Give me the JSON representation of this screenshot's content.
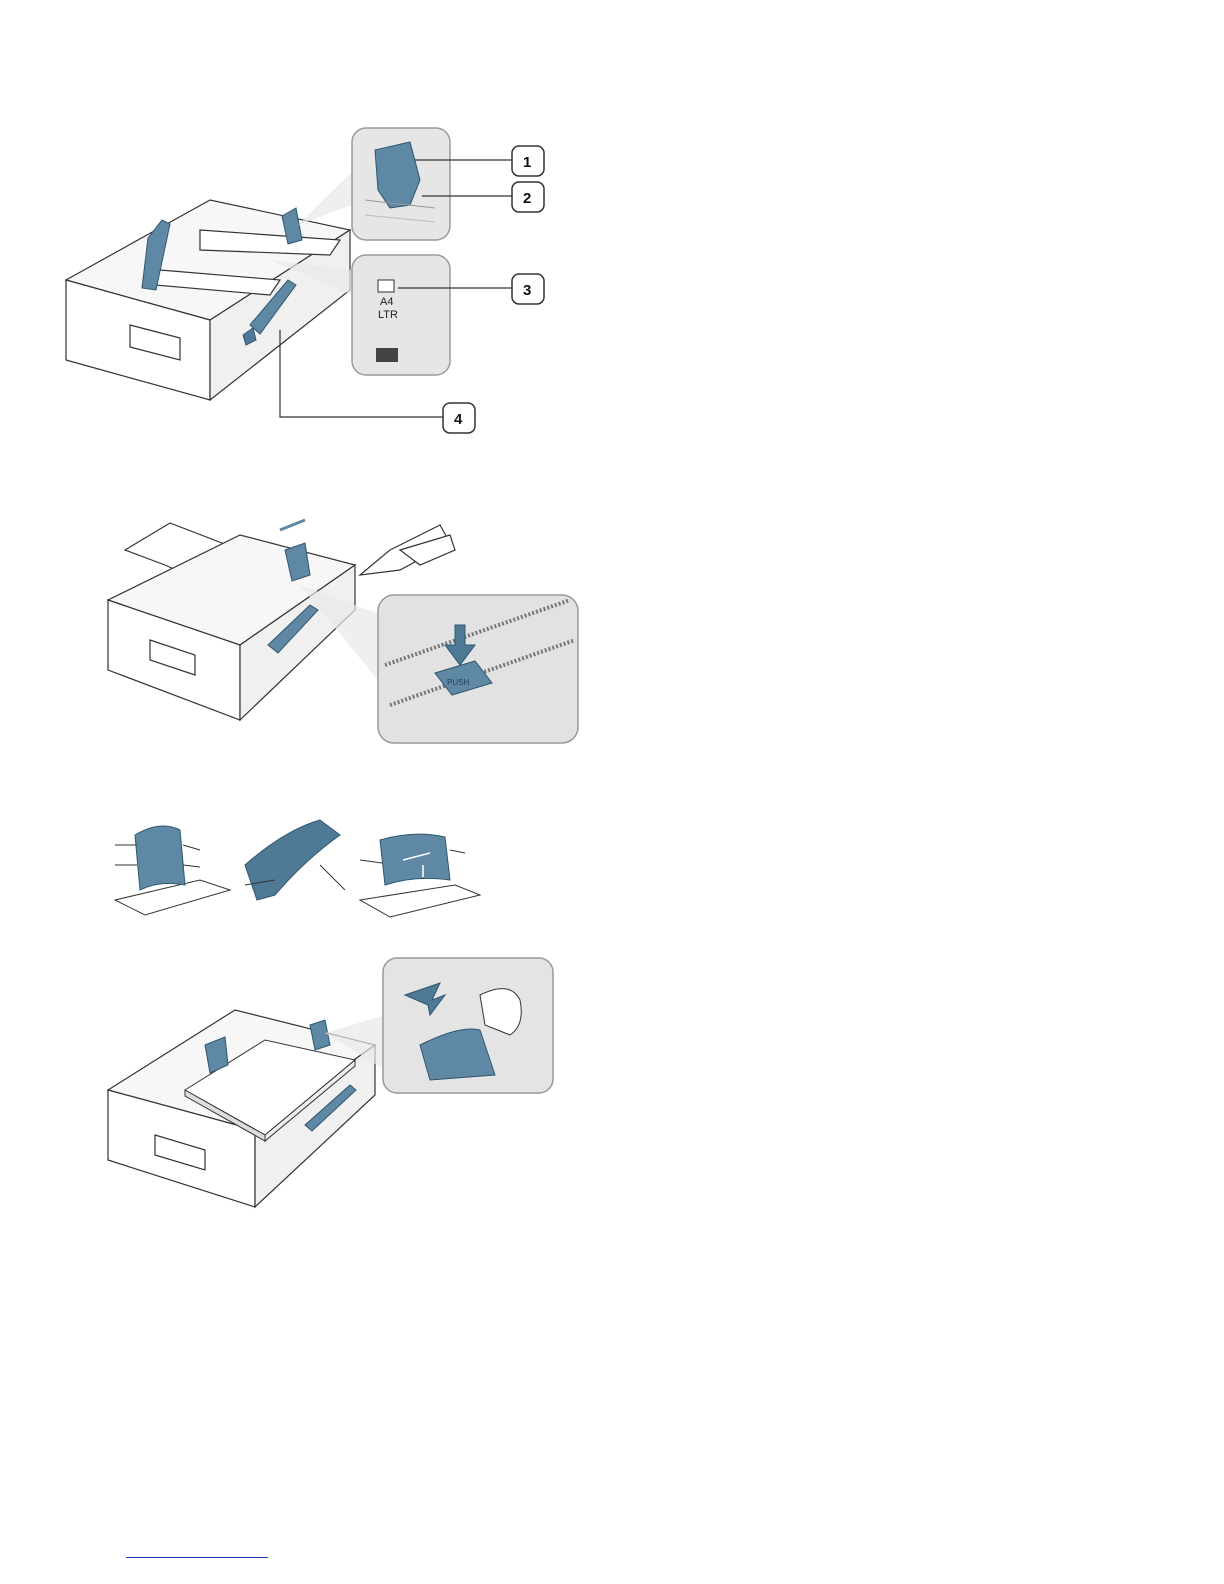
{
  "figures": {
    "tray_overview": {
      "callouts": [
        "1",
        "2",
        "3",
        "4"
      ],
      "size_marks": {
        "a4": "A4",
        "ltr": "LTR"
      }
    },
    "tray_extend": {
      "push_label": "PUSH"
    },
    "paper_flex": {
      "panels": 3
    },
    "paper_load": {}
  },
  "colors": {
    "accent_blue": "#4f7a96",
    "accent_dark": "#2f5670",
    "tray_outline": "#333333",
    "zoom_bg": "#e4e4e4",
    "link_rule": "#1a3fb5"
  }
}
